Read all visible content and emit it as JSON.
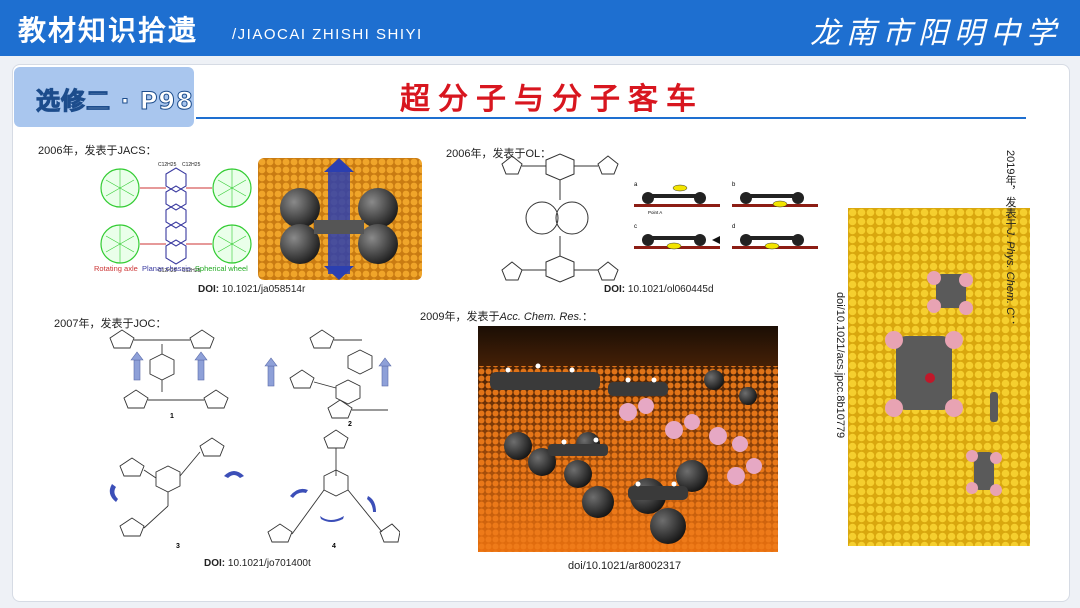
{
  "header": {
    "title": "教材知识拾遗",
    "subtitle": "/JIAOCAI ZHISHI SHIYI",
    "school": "龙南市阳明中学"
  },
  "tag": "选修二 · P98",
  "headline": "超分子与分子客车",
  "cards": {
    "jacs": {
      "caption": "2006年，发表于JACS：",
      "doi_prefix": "DOI:",
      "doi": "10.1021/ja058514r",
      "legend": [
        "Rotating axle",
        "Planar chassis",
        "Spherical wheel"
      ],
      "labels_top": [
        "C12H25",
        "C12H25"
      ],
      "labels_bottom": [
        "C12H25",
        "C12H25"
      ]
    },
    "ol": {
      "caption": "2006年，发表于OL：",
      "doi_prefix": "DOI:",
      "doi": "10.1021/ol060445d",
      "panel_letters": [
        "a",
        "b",
        "c",
        "d"
      ],
      "point_label": "Point A"
    },
    "joc": {
      "caption": "2007年，发表于JOC：",
      "doi_prefix": "DOI:",
      "doi": "10.1021/jo701400t",
      "numbers": [
        "1",
        "2",
        "3",
        "4"
      ]
    },
    "acr": {
      "caption_prefix": "2009年，发表于",
      "caption_journal": "Acc. Chem. Res.",
      "caption_suffix": "：",
      "doi": "doi/10.1021/ar8002317"
    },
    "jpcc": {
      "caption_prefix": "2019年，发表于",
      "caption_journal": "J. Phys. Chem. C",
      "caption_suffix": "：",
      "doi": "doi/10.1021/acs.jpcc.8b10779"
    }
  },
  "colors": {
    "accent": "#1e6fd0",
    "headline": "#d8161f",
    "tag": "#a9c6ee"
  }
}
